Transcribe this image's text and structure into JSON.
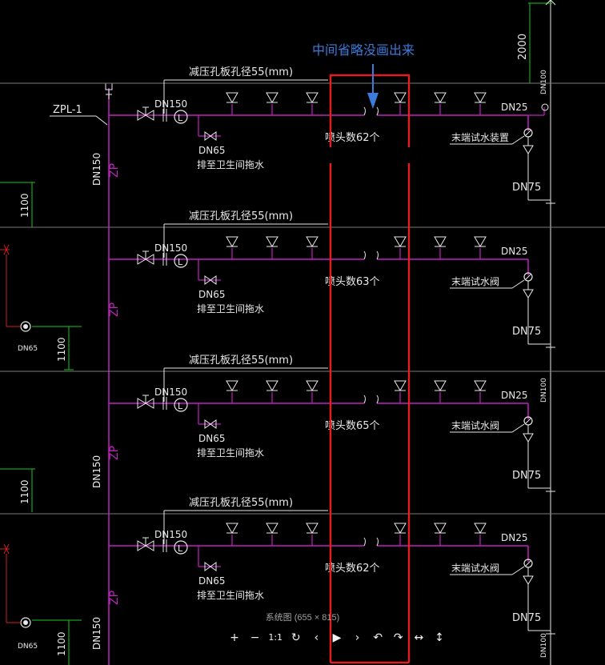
{
  "annotation": {
    "text": "中间省略没画出来",
    "color": "#3a7bdc"
  },
  "riser": {
    "label": "ZPL-1",
    "zp": "ZP",
    "dn150": "DN150",
    "dn100": "DN100"
  },
  "dims": {
    "top": "2000",
    "floor": "1100"
  },
  "small_dn65": "DN65",
  "floors": [
    {
      "orifice": "减压孔板孔径55(mm)",
      "dn150": "DN150",
      "dn65": "DN65",
      "drain": "排至卫生间拖水",
      "heads": "喷头数62个",
      "dn25": "DN25",
      "terminal": "末端试水装置",
      "dn75": "DN75"
    },
    {
      "orifice": "减压孔板孔径55(mm)",
      "dn150": "DN150",
      "dn65": "DN65",
      "drain": "排至卫生间拖水",
      "heads": "喷头数63个",
      "dn25": "DN25",
      "terminal": "末端试水阀",
      "dn75": "DN75"
    },
    {
      "orifice": "减压孔板孔径55(mm)",
      "dn150": "DN150",
      "dn65": "DN65",
      "drain": "排至卫生间拖水",
      "heads": "喷头数65个",
      "dn25": "DN25",
      "terminal": "末端试水阀",
      "dn75": "DN75"
    },
    {
      "orifice": "减压孔板孔径55(mm)",
      "dn150": "DN150",
      "dn65": "DN65",
      "drain": "排至卫生间拖水",
      "heads": "喷头数62个",
      "dn25": "DN25",
      "terminal": "末端试水阀",
      "dn75": "DN75"
    }
  ],
  "colors": {
    "background": "#000000",
    "pipe": "#c020c0",
    "line": "#e8e8e8",
    "floor_line": "#7a7a7a",
    "dimension": "#19c819",
    "highlight": "#e02020",
    "red_symbol": "#d02020"
  },
  "viewer": {
    "caption": "系统图 (655 × 815)",
    "toolbar": [
      {
        "name": "zoom-in-button",
        "icon": "plus-icon",
        "glyph": "+"
      },
      {
        "name": "zoom-out-button",
        "icon": "minus-icon",
        "glyph": "−"
      },
      {
        "name": "actual-size-button",
        "icon": "one-to-one-icon",
        "glyph": "1:1"
      },
      {
        "name": "refresh-button",
        "icon": "refresh-icon",
        "glyph": "↻"
      },
      {
        "name": "previous-button",
        "icon": "chevron-left-icon",
        "glyph": "‹"
      },
      {
        "name": "play-button",
        "icon": "play-icon",
        "glyph": "▶"
      },
      {
        "name": "next-button",
        "icon": "chevron-right-icon",
        "glyph": "›"
      },
      {
        "name": "rotate-left-button",
        "icon": "rotate-left-icon",
        "glyph": "↶"
      },
      {
        "name": "rotate-right-button",
        "icon": "rotate-right-icon",
        "glyph": "↷"
      },
      {
        "name": "flip-horizontal-button",
        "icon": "flip-horizontal-icon",
        "glyph": "↔"
      },
      {
        "name": "flip-vertical-button",
        "icon": "flip-vertical-icon",
        "glyph": "↕"
      }
    ]
  }
}
